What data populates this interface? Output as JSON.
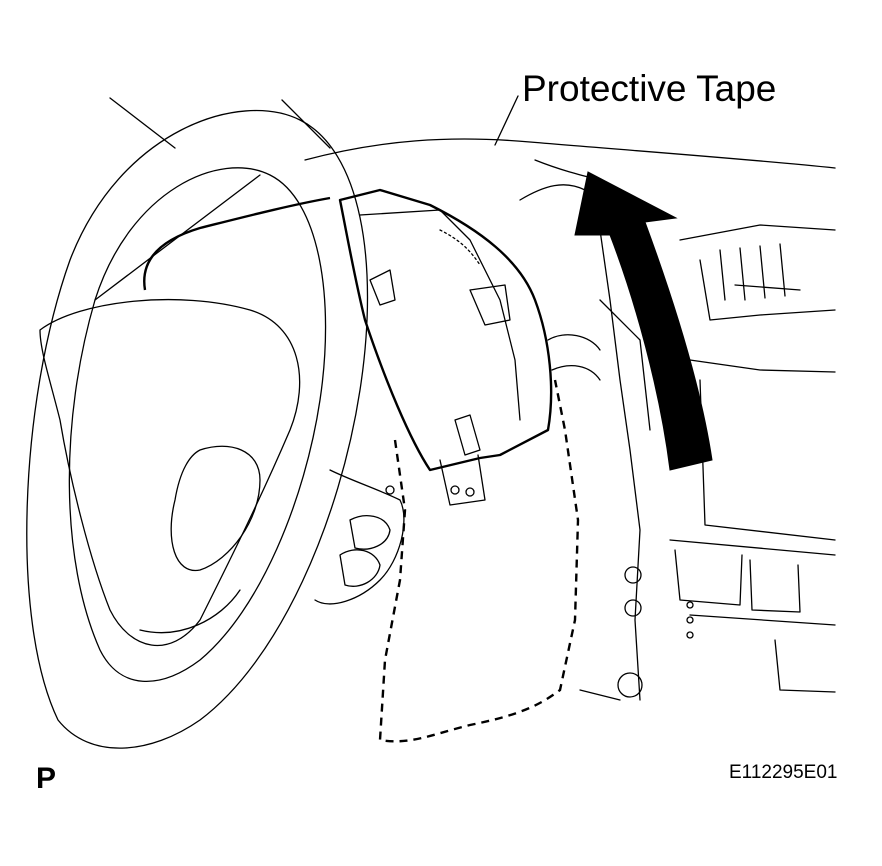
{
  "callout": {
    "label": "Protective Tape"
  },
  "view_letter": "P",
  "figure_id": "E112295E01",
  "colors": {
    "line": "#000000",
    "background": "#ffffff",
    "arrow_fill": "#000000"
  }
}
